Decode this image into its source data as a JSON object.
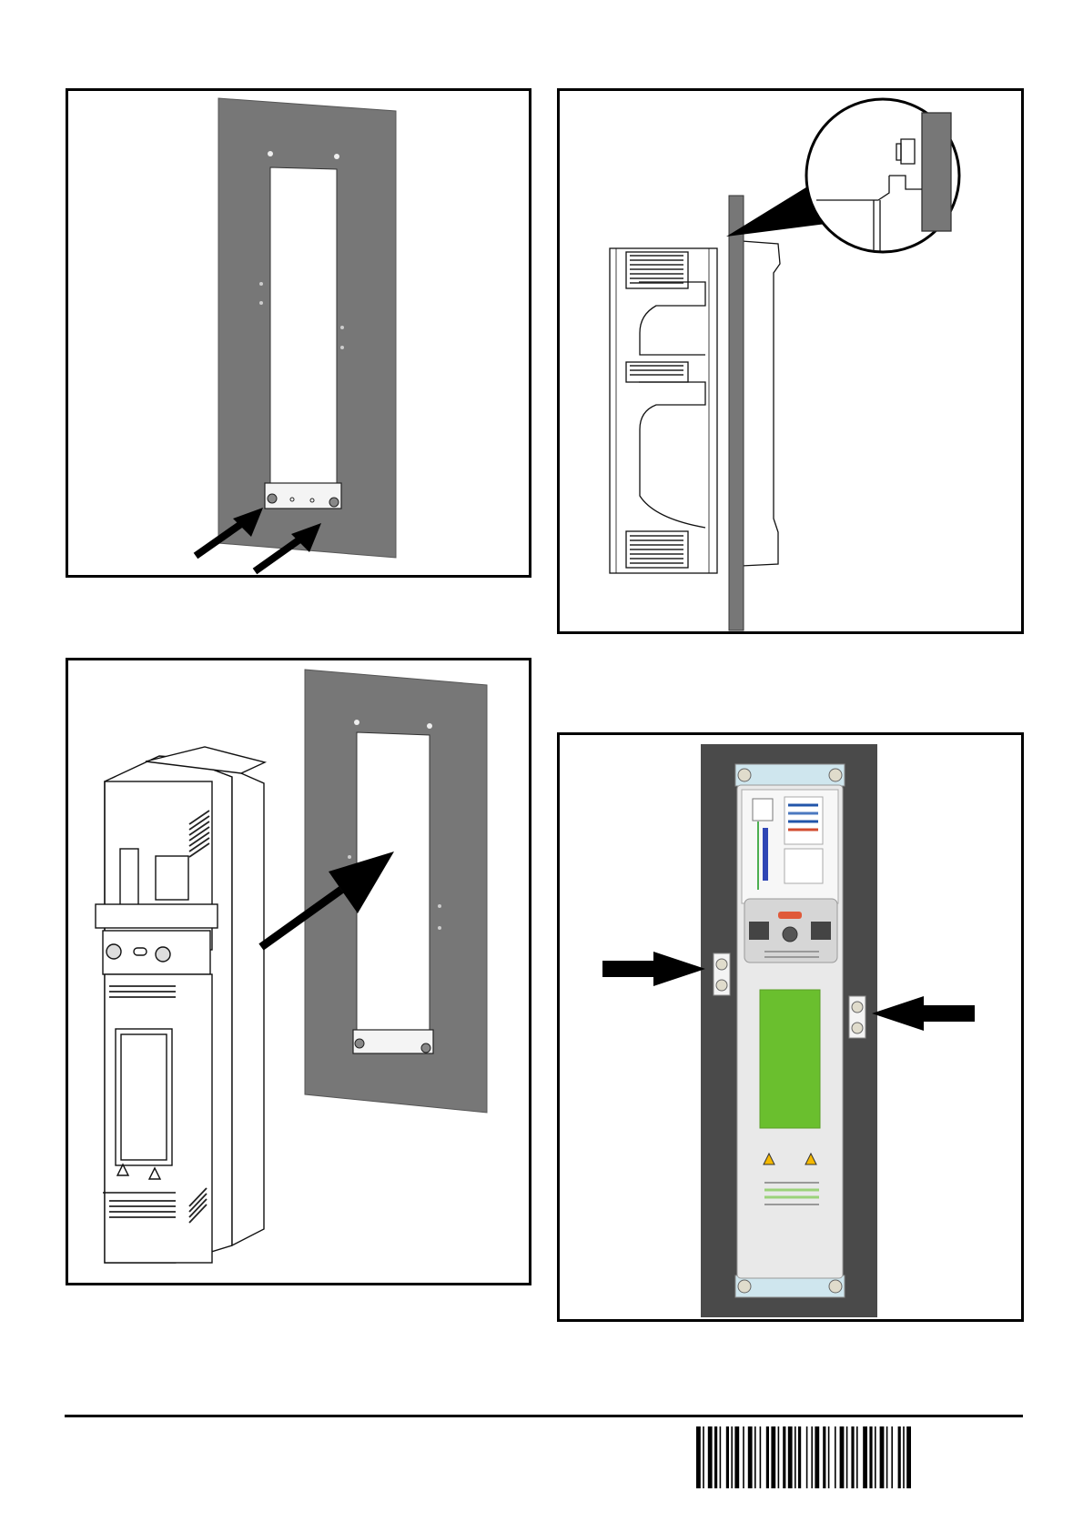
{
  "figures": [
    {
      "id": "fig-mounting-plate-screws",
      "arrows": 2,
      "panel_color": "#777777"
    },
    {
      "id": "fig-side-view-hook-detail",
      "panel_color": "#777777"
    },
    {
      "id": "fig-drive-insertion",
      "arrows": 1,
      "panel_color": "#777777"
    },
    {
      "id": "fig-front-view-clamps",
      "arrows": 2,
      "panel_color": "#4a4a4a",
      "keypad_color": "#6abf2e",
      "clamp_color": "#cfe6ee"
    }
  ],
  "barcode": {
    "value": ""
  },
  "colors": {
    "border": "#000000",
    "panel": "#777777",
    "dark_panel": "#4a4a4a",
    "display": "#6abf2e"
  }
}
